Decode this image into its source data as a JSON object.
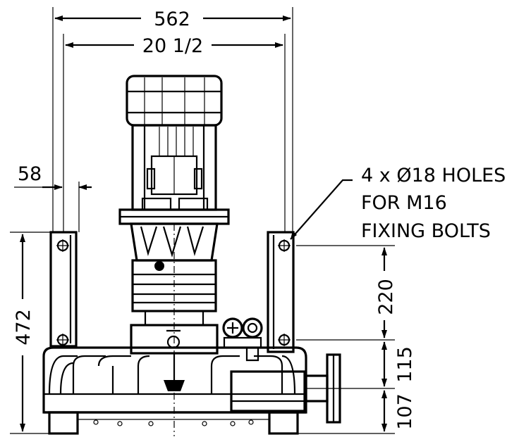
{
  "dimensions": {
    "overall_width": "562",
    "inner_width": "20 1/2",
    "left_offset": "58",
    "overall_height": "472",
    "hole_spacing": "220",
    "lower_height": "115",
    "base_height": "107"
  },
  "note": {
    "line1": "4 x Ø18 HOLES",
    "line2": "FOR M16",
    "line3": "FIXING BOLTS"
  }
}
